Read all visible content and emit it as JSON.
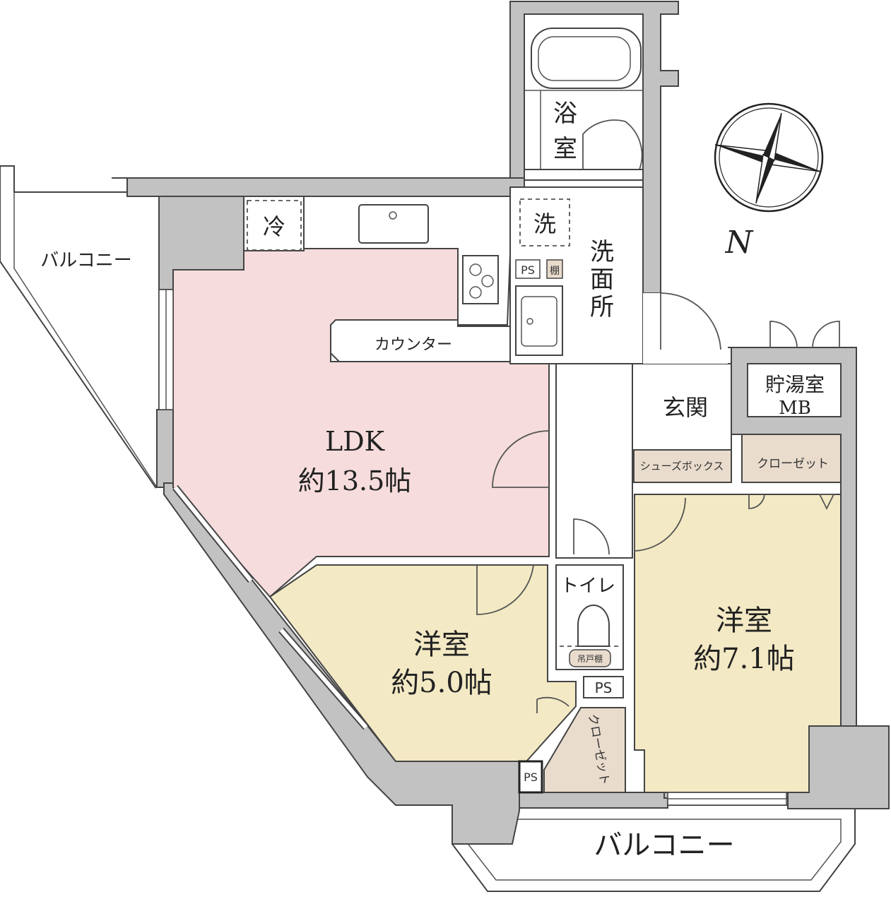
{
  "colors": {
    "ldk": "#f6dcdc",
    "western": "#f3e9c4",
    "storage": "#e9dccd",
    "wall": "#c2c2c2",
    "line": "#444444",
    "white": "#ffffff"
  },
  "rooms": {
    "ldk_name": "LDK",
    "ldk_size": "約13.5帖",
    "western1_name": "洋室",
    "western1_size": "約5.0帖",
    "western2_name": "洋室",
    "western2_size": "約7.1帖",
    "bath_1": "浴",
    "bath_2": "室",
    "washroom_1": "洗",
    "washroom_2": "面",
    "washroom_3": "所",
    "entrance": "玄関",
    "toilet": "トイレ",
    "water_heater_1": "貯湯室",
    "water_heater_2": "MB"
  },
  "fixtures": {
    "fridge": "冷",
    "washer": "洗",
    "ps_washroom": "PS",
    "shelf": "棚",
    "counter": "カウンター",
    "shoe_box": "シューズボックス",
    "closet_east": "クローゼット",
    "closet_south": "クローゼット",
    "hanging_shelf": "吊戸棚",
    "ps_toilet": "PS",
    "ps_south": "PS"
  },
  "balconies": {
    "west": "バルコニー",
    "south": "バルコニー"
  },
  "compass": {
    "north_label": "N",
    "icon": "compass-rose-icon"
  }
}
